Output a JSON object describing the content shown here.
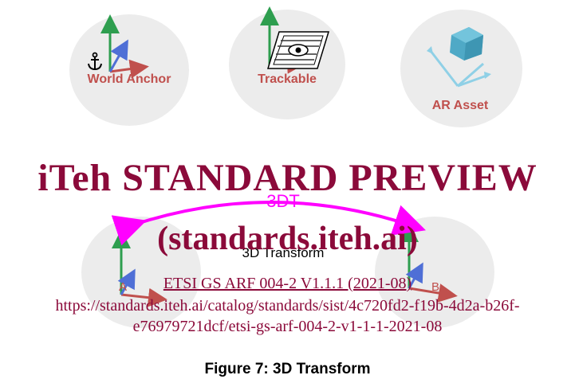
{
  "top_row": {
    "world_anchor_label": "World Anchor",
    "trackable_label": "Trackable",
    "ar_asset_label": "AR Asset"
  },
  "transform": {
    "arrow_label": "3DT",
    "transform_label": "3D Transform",
    "frame_a_label": "A",
    "frame_b_label": "B"
  },
  "watermark": {
    "title": "iTeh STANDARD PREVIEW",
    "subtitle": "(standards.iteh.ai)",
    "doc_ref": "ETSI GS ARF 004-2 V1.1.1 (2021-08)",
    "url_line1": "https://standards.iteh.ai/catalog/standards/sist/4c720fd2-f19b-4d2a-b26f-",
    "url_line2": "e76979721dcf/etsi-gs-arf-004-2-v1-1-1-2021-08"
  },
  "caption": "Figure 7: 3D Transform",
  "colors": {
    "axis_green": "#2e9e4f",
    "axis_red": "#c0504d",
    "axis_blue": "#4f6fd6",
    "arrow_magenta": "#ff00ff",
    "watermark": "#8b0a3a",
    "circle_bg": "#ececec"
  },
  "icons": {
    "anchor": "anchor-icon",
    "trackable": "qr-marker-icon",
    "asset": "cube-icon"
  }
}
